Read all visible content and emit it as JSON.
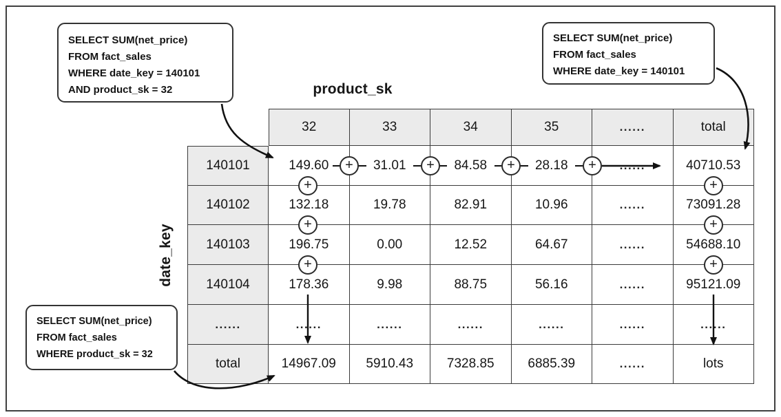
{
  "figure": {
    "axis_labels": {
      "columns": "product_sk",
      "rows": "date_key"
    },
    "callouts": {
      "top_left": {
        "lines": [
          "SELECT SUM(net_price)",
          "FROM fact_sales",
          "WHERE date_key = 140101",
          "AND product_sk = 32"
        ]
      },
      "top_right": {
        "lines": [
          "SELECT SUM(net_price)",
          "FROM fact_sales",
          "WHERE date_key = 140101"
        ]
      },
      "bottom_left": {
        "lines": [
          "SELECT SUM(net_price)",
          "FROM fact_sales",
          "WHERE product_sk = 32"
        ]
      }
    },
    "table": {
      "column_headers": [
        "32",
        "33",
        "34",
        "35",
        "......",
        "total"
      ],
      "row_headers": [
        "140101",
        "140102",
        "140103",
        "140104",
        "......",
        "total"
      ],
      "rows": [
        [
          "149.60",
          "31.01",
          "84.58",
          "28.18",
          "......",
          "40710.53"
        ],
        [
          "132.18",
          "19.78",
          "82.91",
          "10.96",
          "......",
          "73091.28"
        ],
        [
          "196.75",
          "0.00",
          "12.52",
          "64.67",
          "......",
          "54688.10"
        ],
        [
          "178.36",
          "9.98",
          "88.75",
          "56.16",
          "......",
          "95121.09"
        ],
        [
          "......",
          "......",
          "......",
          "......",
          "......",
          "......"
        ],
        [
          "14967.09",
          "5910.43",
          "7328.85",
          "6885.39",
          "......",
          "lots"
        ]
      ]
    },
    "operators": {
      "plus": "+"
    },
    "colors": {
      "header_fill": "#ebebeb",
      "border": "#3a3a3a",
      "text": "#1a1a1a",
      "arrow": "#111111"
    }
  }
}
